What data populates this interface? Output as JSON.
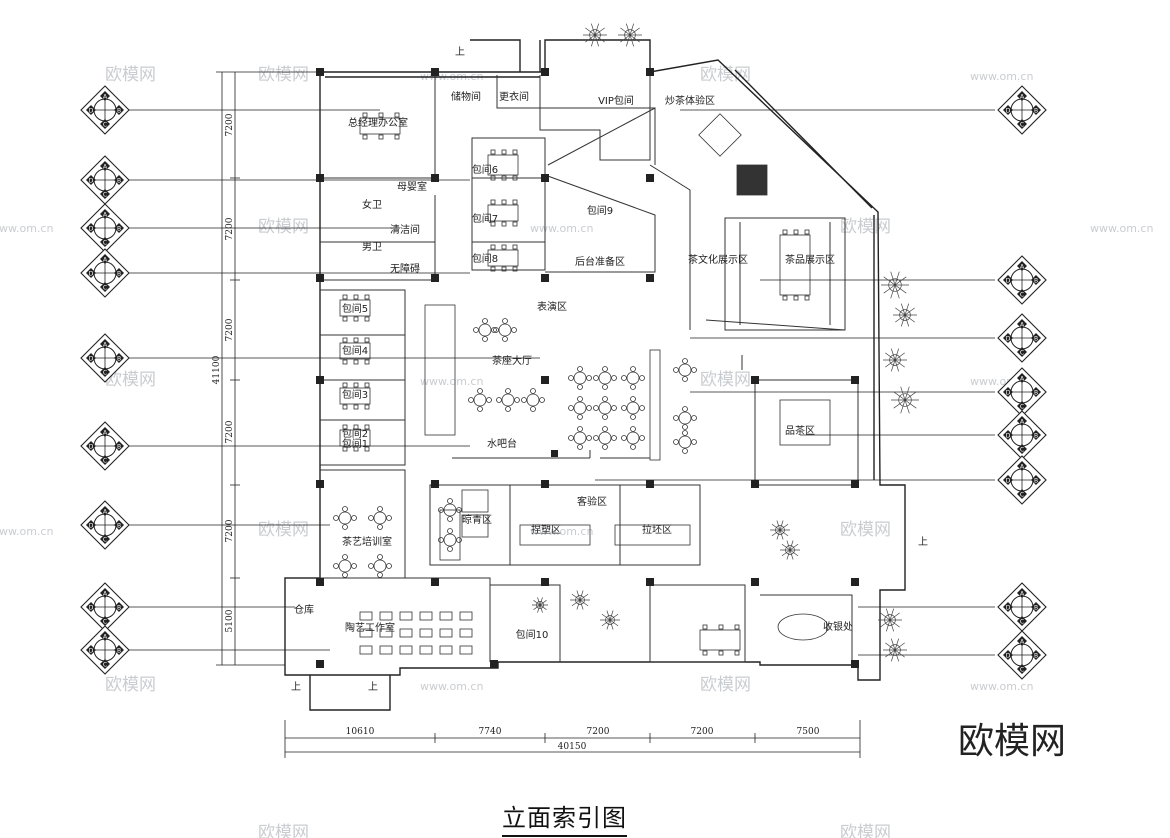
{
  "title": "立面索引图",
  "brand": "欧模网",
  "watermarks": [
    "欧模网",
    "www.om.cn"
  ],
  "rooms": {
    "gm_office": "总经理办公室",
    "storage_room": "储物间",
    "changing_room": "更衣间",
    "vip_room": "VIP包间",
    "tea_experience": "炒茶体验区",
    "mother_baby": "母婴室",
    "female_wc": "女卫",
    "male_wc": "男卫",
    "cleaning": "清洁间",
    "accessible": "无障碍",
    "private6": "包间6",
    "private7": "包间7",
    "private8": "包间8",
    "private9": "包间9",
    "backstage_prep": "后台准备区",
    "tea_culture": "茶文化展示区",
    "tea_product": "茶品展示区",
    "performance": "表演区",
    "private5": "包间5",
    "private4": "包间4",
    "private3": "包间3",
    "private2": "包间2",
    "private1": "包间1",
    "tea_hall": "茶座大厅",
    "water_bar": "水吧台",
    "tea_tasting": "品茶区",
    "tea_art_training": "茶艺培训室",
    "tea_drying": "晾青区",
    "pottery_exp": "客验区",
    "throwing": "拉坯区",
    "forming": "捏塑区",
    "warehouse": "仓库",
    "pottery_workshop": "陶艺工作室",
    "private10": "包间10",
    "cashier": "收银处"
  },
  "dimensions": {
    "left_total": "41100",
    "left_segments": [
      "7200",
      "7200",
      "7200",
      "7200",
      "7200",
      "5100"
    ],
    "bottom_segments": [
      "10610",
      "7740",
      "7200",
      "7200",
      "7500"
    ],
    "bottom_total": "40150"
  },
  "symbol_letters": [
    "A",
    "B",
    "C",
    "D"
  ],
  "stair_label": "上"
}
